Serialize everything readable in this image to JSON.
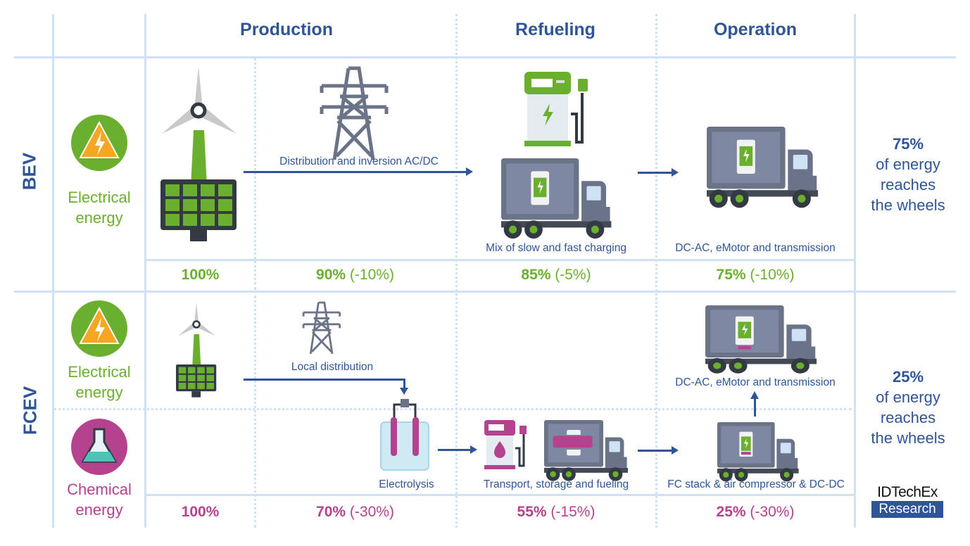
{
  "headers": {
    "production": "Production",
    "refueling": "Refueling",
    "operation": "Operation"
  },
  "bev": {
    "label": "BEV",
    "source": "Electrical energy",
    "source_lines": [
      "Electrical",
      "energy"
    ],
    "captions": {
      "distribution": "Distribution and inversion AC/DC",
      "charging": "Mix of slow and fast charging",
      "operation": "DC-AC, eMotor and transmission"
    },
    "percents": [
      {
        "value": "100%",
        "delta": ""
      },
      {
        "value": "90%",
        "delta": "(-10%)"
      },
      {
        "value": "85%",
        "delta": "(-5%)"
      },
      {
        "value": "75%",
        "delta": "(-10%)"
      }
    ],
    "result": {
      "value": "75%",
      "lines": [
        "of energy",
        "reaches",
        "the wheels"
      ]
    }
  },
  "fcev": {
    "label": "FCEV",
    "source_lines": [
      "Electrical",
      "energy"
    ],
    "chem_lines": [
      "Chemical",
      "energy"
    ],
    "captions": {
      "local": "Local distribution",
      "electrolysis": "Electrolysis",
      "transport": "Transport, storage and fueling",
      "operation": "DC-AC, eMotor and transmission",
      "fcstack": "FC stack & air compressor & DC-DC"
    },
    "percents": [
      {
        "value": "100%",
        "delta": ""
      },
      {
        "value": "70%",
        "delta": "(-30%)"
      },
      {
        "value": "55%",
        "delta": "(-15%)"
      },
      {
        "value": "25%",
        "delta": "(-30%)"
      }
    ],
    "result": {
      "value": "25%",
      "lines": [
        "of energy",
        "reaches",
        "the wheels"
      ]
    }
  },
  "logo": {
    "top": "IDTechEx",
    "bottom": "Research"
  },
  "colors": {
    "blue": "#2f5597",
    "green": "#6aaf2d",
    "magenta": "#b5428f",
    "grid": "#cfe2f3",
    "truck": "#6b7389"
  }
}
